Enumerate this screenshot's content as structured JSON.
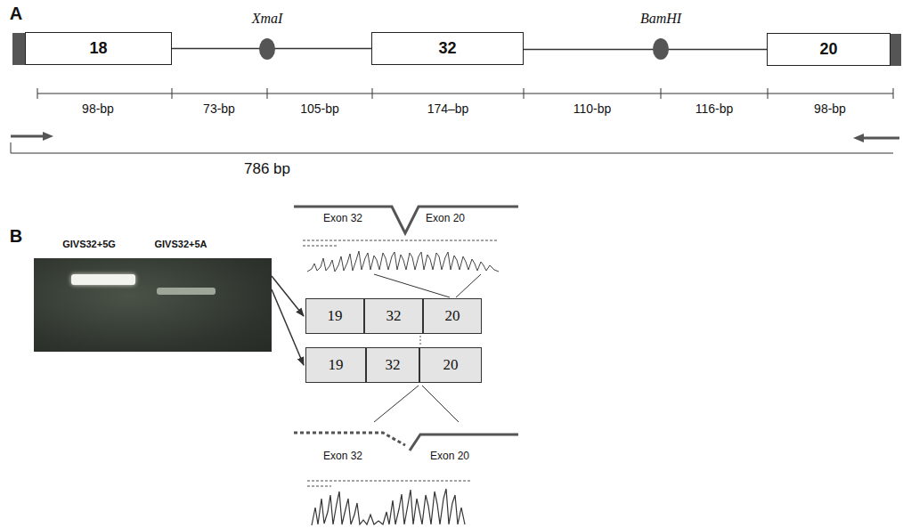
{
  "diagram": {
    "nodes": [
      {
        "text": [
          "18"
        ]
      },
      {
        "text": [
          "32"
        ]
      },
      {
        "text": [
          "20"
        ]
      },
      {
        "text": [
          "GIVS32+5G",
          "GIVS32+5A"
        ]
      },
      {
        "text": [
          "19"
        ]
      },
      {
        "text": [
          "32"
        ]
      },
      {
        "text": [
          "20"
        ]
      },
      {
        "text": [
          "19"
        ]
      },
      {
        "text": [
          "32"
        ]
      },
      {
        "text": [
          "20"
        ]
      }
    ],
    "edges": [
      {
        "from": 0,
        "to": 1,
        "arrow": "none"
      },
      {
        "from": 1,
        "to": 2,
        "arrow": "none"
      },
      {
        "from": 3,
        "to": 4,
        "arrow": "to"
      },
      {
        "from": 3,
        "to": 7,
        "arrow": "to"
      }
    ],
    "labels": [
      "A",
      "XmaI",
      "BamHI",
      "98-bp",
      "73-bp",
      "105-bp",
      "174–bp",
      "110-bp",
      "116-bp",
      "98-bp",
      "786 bp",
      "B",
      "Exon 32",
      "Exon 20",
      "Exon 32",
      "Exon 20"
    ]
  }
}
